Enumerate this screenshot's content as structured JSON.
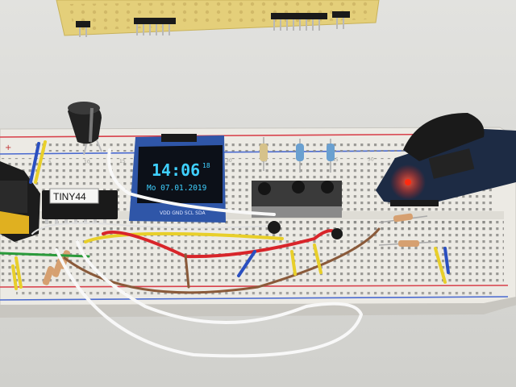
{
  "chip": {
    "label": "TINY44"
  },
  "oled": {
    "time": "14:06",
    "seconds": "18",
    "date": "Mo 07.01.2019",
    "pins": "VDD GND SCL SDA"
  },
  "breadboard": {
    "plus_label": "+",
    "row_numbers": [
      "5",
      "10",
      "15",
      "20",
      "25",
      "30",
      "35",
      "40",
      "45",
      "50",
      "55"
    ]
  },
  "colors": {
    "background": "#dcdcda",
    "breadboard": "#eceae4",
    "pcb": "#e4cf7a",
    "oled_screen": "#0c1018",
    "oled_text": "#3fd0ff",
    "oled_board": "#2f56a8",
    "rtc_board": "#1d2b44",
    "led_red": "#ff2a10",
    "wire_red": "#d8252a",
    "wire_yellow": "#e8cf2a",
    "wire_brown": "#8a5a3a",
    "wire_white": "#f8f8f8",
    "wire_blue": "#2a4fc0",
    "rail_red": "#d8404a",
    "rail_blue": "#4a6ad0"
  }
}
